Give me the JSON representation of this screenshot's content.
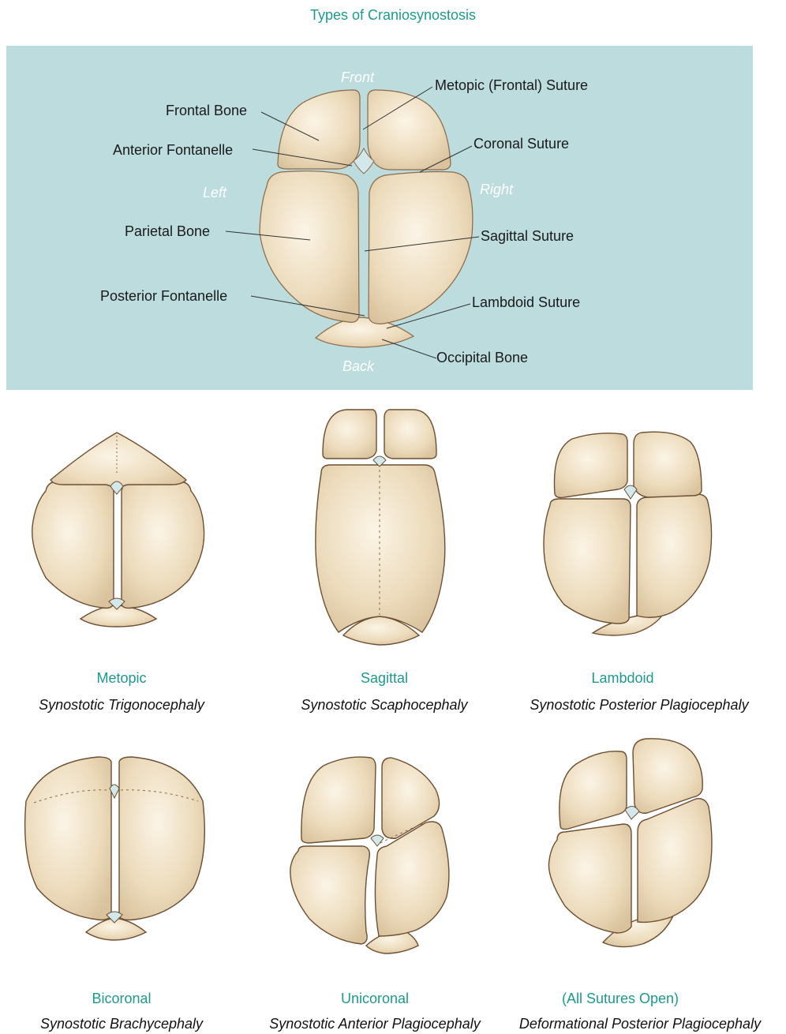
{
  "title": "Types of Craniosynostosis",
  "anatomy": {
    "directions": {
      "front": "Front",
      "back": "Back",
      "left": "Left",
      "right": "Right"
    },
    "labels": {
      "frontal_bone": "Frontal Bone",
      "anterior_fontanelle": "Anterior Fontanelle",
      "parietal_bone": "Parietal Bone",
      "posterior_fontanelle": "Posterior Fontanelle",
      "metopic_suture": "Metopic (Frontal) Suture",
      "coronal_suture": "Coronal Suture",
      "sagittal_suture": "Sagittal Suture",
      "lambdoid_suture": "Lambdoid Suture",
      "occipital_bone": "Occipital Bone"
    }
  },
  "types": [
    {
      "name": "Metopic",
      "description": "Synostotic Trigonocephaly"
    },
    {
      "name": "Sagittal",
      "description": "Synostotic Scaphocephaly"
    },
    {
      "name": "Lambdoid",
      "description": "Synostotic Posterior Plagiocephaly"
    },
    {
      "name": "Bicoronal",
      "description": "Synostotic Brachycephaly"
    },
    {
      "name": "Unicoronal",
      "description": "Synostotic Anterior Plagiocephaly"
    },
    {
      "name": "(All Sutures Open)",
      "description": "Deformational Posterior Plagiocephaly"
    }
  ],
  "colors": {
    "accent": "#1d9a8e",
    "panel_background": "#bddcde",
    "bone_fill": "#ecdcc0",
    "bone_outline": "#7a5a3a",
    "fontanelle": "#d2e8ea"
  }
}
